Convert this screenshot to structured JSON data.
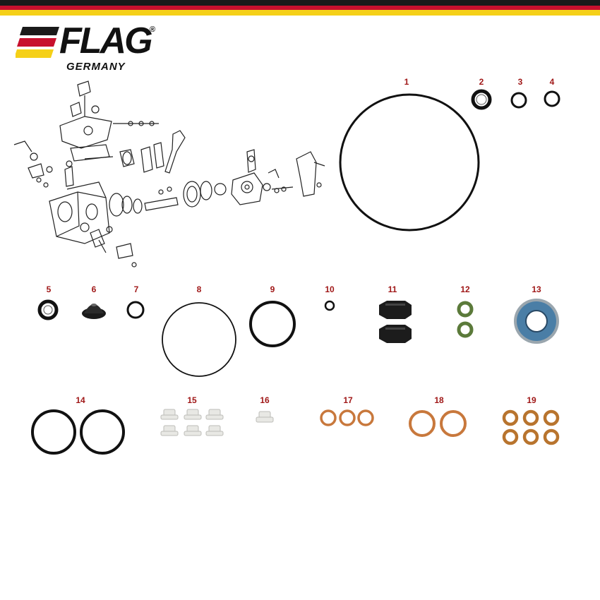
{
  "brand": {
    "logo_text": "FLAG",
    "registered_mark": "®",
    "subtitle": "GERMANY",
    "stripe_colors": [
      "#1a1a1a",
      "#c8102e",
      "#f5d018"
    ]
  },
  "exploded_view": {
    "icon": "injection-pump-exploded-diagram-icon"
  },
  "parts": [
    {
      "number": "1",
      "icon": "large-o-ring-icon"
    },
    {
      "number": "2",
      "icon": "shaft-seal-icon"
    },
    {
      "number": "3",
      "icon": "o-ring-icon"
    },
    {
      "number": "4",
      "icon": "o-ring-icon"
    },
    {
      "number": "5",
      "icon": "shaft-seal-icon"
    },
    {
      "number": "6",
      "icon": "rubber-cap-icon"
    },
    {
      "number": "7",
      "icon": "o-ring-icon"
    },
    {
      "number": "8",
      "icon": "thin-o-ring-icon"
    },
    {
      "number": "9",
      "icon": "o-ring-icon"
    },
    {
      "number": "10",
      "icon": "small-o-ring-icon"
    },
    {
      "number": "11",
      "icon": "rubber-damper-block-icon"
    },
    {
      "number": "12",
      "icon": "green-o-ring-icon"
    },
    {
      "number": "13",
      "icon": "blue-shaft-seal-icon"
    },
    {
      "number": "14",
      "icon": "o-ring-pair-icon"
    },
    {
      "number": "15",
      "icon": "plastic-bushing-icon"
    },
    {
      "number": "16",
      "icon": "plastic-bushing-icon"
    },
    {
      "number": "17",
      "icon": "copper-washer-icon"
    },
    {
      "number": "18",
      "icon": "copper-washer-icon"
    },
    {
      "number": "19",
      "icon": "copper-washer-icon"
    }
  ],
  "colors": {
    "label": "#a01818",
    "rubber": "#111111",
    "green_seal": "#5b7a3a",
    "blue_seal": "#4a7ea6",
    "copper": "#c8783c",
    "plastic": "#e8e8e4"
  }
}
